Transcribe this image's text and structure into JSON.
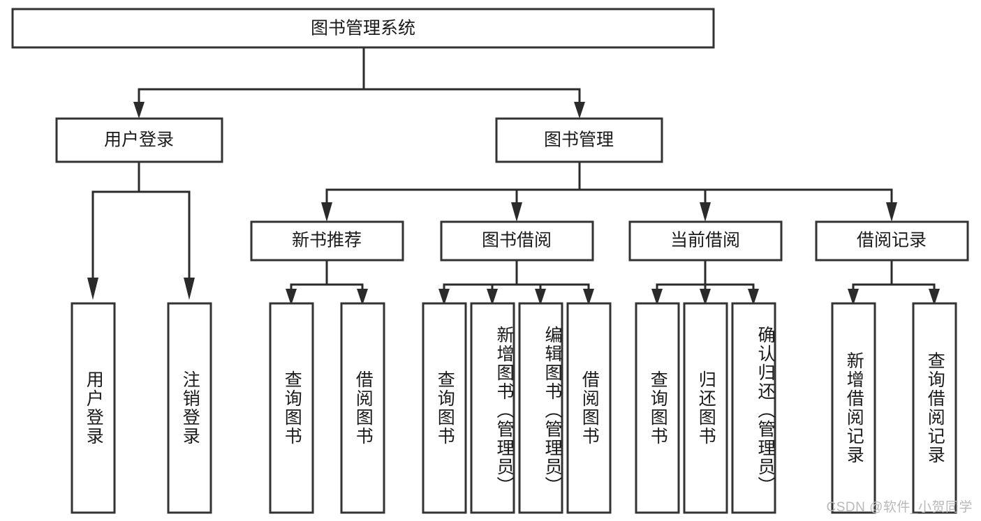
{
  "diagram": {
    "title": "图书管理系统",
    "type": "hierarchy-tree",
    "watermark": "CSDN @软件_小贺同学",
    "colors": {
      "box_border": "#333333",
      "box_fill": "#ffffff",
      "connector": "#2b2b2b",
      "text": "#1a1a1a",
      "watermark_text": "#b9b9b9",
      "background": "#ffffff"
    },
    "levels": {
      "level1": [
        {
          "id": "root",
          "label": "图书管理系统",
          "orientation": "horizontal"
        }
      ],
      "level2": [
        {
          "id": "user-login",
          "label": "用户登录",
          "orientation": "horizontal"
        },
        {
          "id": "book-manage",
          "label": "图书管理",
          "orientation": "horizontal"
        }
      ],
      "level3": [
        {
          "id": "new-book-recommend",
          "label": "新书推荐",
          "orientation": "horizontal"
        },
        {
          "id": "book-borrow",
          "label": "图书借阅",
          "orientation": "horizontal"
        },
        {
          "id": "current-borrow",
          "label": "当前借阅",
          "orientation": "horizontal"
        },
        {
          "id": "borrow-record",
          "label": "借阅记录",
          "orientation": "horizontal"
        }
      ],
      "level4": [
        {
          "id": "leaf-user-login",
          "label": "用户登录",
          "orientation": "vertical",
          "parent": "user-login"
        },
        {
          "id": "leaf-logout-login",
          "label": "注销登录",
          "orientation": "vertical",
          "parent": "user-login"
        },
        {
          "id": "leaf-query-book-1",
          "label": "查询图书",
          "orientation": "vertical",
          "parent": "new-book-recommend"
        },
        {
          "id": "leaf-borrow-book-1",
          "label": "借阅图书",
          "orientation": "vertical",
          "parent": "new-book-recommend"
        },
        {
          "id": "leaf-query-book-2",
          "label": "查询图书",
          "orientation": "vertical",
          "parent": "book-borrow"
        },
        {
          "id": "leaf-add-book",
          "label": "新增图书（管理员）",
          "orientation": "vertical",
          "parent": "book-borrow"
        },
        {
          "id": "leaf-edit-book",
          "label": "编辑图书（管理员）",
          "orientation": "vertical",
          "parent": "book-borrow"
        },
        {
          "id": "leaf-borrow-book-2",
          "label": "借阅图书",
          "orientation": "vertical",
          "parent": "book-borrow"
        },
        {
          "id": "leaf-query-book-3",
          "label": "查询图书",
          "orientation": "vertical",
          "parent": "current-borrow"
        },
        {
          "id": "leaf-return-book",
          "label": "归还图书",
          "orientation": "vertical",
          "parent": "current-borrow"
        },
        {
          "id": "leaf-confirm-return",
          "label": "确认归还（管理员）",
          "orientation": "vertical",
          "parent": "current-borrow"
        },
        {
          "id": "leaf-add-record",
          "label": "新增借阅记录",
          "orientation": "vertical",
          "parent": "borrow-record"
        },
        {
          "id": "leaf-query-record",
          "label": "查询借阅记录",
          "orientation": "vertical",
          "parent": "borrow-record"
        }
      ]
    }
  }
}
